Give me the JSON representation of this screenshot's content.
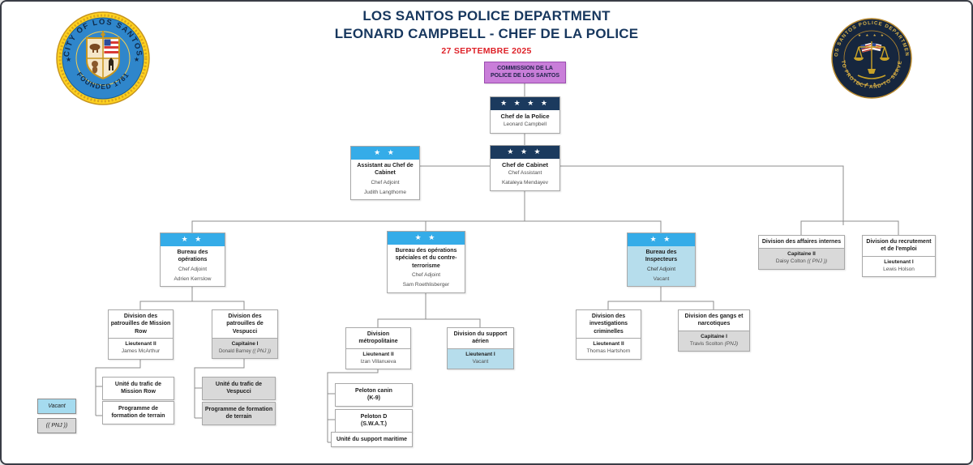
{
  "header": {
    "title_line1": "LOS SANTOS POLICE DEPARTMENT",
    "title_line2": "LEONARD CAMPBELL - CHEF DE LA POLICE",
    "date": "27 SEPTEMBRE 2025"
  },
  "seals": {
    "left": {
      "top_text": "CITY OF LOS SANTOS",
      "bottom_text": "FOUNDED 1781"
    },
    "right": {
      "top_text": "LOS SANTOS POLICE DEPARTMENT",
      "bottom_text": "TO PROTECT AND TO SERVE"
    }
  },
  "colors": {
    "navy": "#1B3A5E",
    "bright_blue": "#35ACE8",
    "vacant_blue": "#B6DDEC",
    "pnj_gray": "#D9D9D9",
    "commission_purple": "#C97ED9",
    "date_red": "#DE2128",
    "title_navy": "#17375E",
    "connector_gray": "#8c8c8c"
  },
  "legend": {
    "vacant": "Vacant",
    "pnj": "(( PNJ ))"
  },
  "nodes": {
    "commission": {
      "title": "COMMISSION DE LA POLICE DE LOS SANTOS"
    },
    "chef_police": {
      "stars": "★ ★ ★ ★",
      "title": "Chef de la Police",
      "name": "Leonard Campbell"
    },
    "assistant_chef_cabinet": {
      "stars": "★ ★",
      "title": "Assistant au Chef de Cabinet",
      "role": "Chef Adjoint",
      "name": "Judith Langthorne"
    },
    "chef_cabinet": {
      "stars": "★ ★ ★",
      "title": "Chef de Cabinet",
      "role": "Chef Assistant",
      "name": "Kataleya Mendayev"
    },
    "bureau_operations": {
      "stars": "★ ★",
      "title": "Bureau des opérations",
      "role": "Chef Adjoint",
      "name": "Adrien Kerrslow"
    },
    "bureau_ops_speciales": {
      "stars": "★ ★",
      "title": "Bureau des opérations spéciales et du contre-terrorisme",
      "role": "Chef Adjoint",
      "name": "Sam Roethlisberger"
    },
    "bureau_inspecteurs": {
      "stars": "★ ★",
      "title": "Bureau des Inspecteurs",
      "role": "Chef Adjoint",
      "name": "Vacant"
    },
    "div_affaires_internes": {
      "title": "Division des affaires internes",
      "role": "Capitaine II",
      "name": "Daisy Colton",
      "name_suffix": "(( PNJ ))"
    },
    "div_recrutement": {
      "title": "Division du recrutement et de l'emploi",
      "role": "Lieutenant I",
      "name": "Lewis Holson"
    },
    "div_mission_row": {
      "title": "Division des patrouilles de Mission Row",
      "role": "Lieutenant II",
      "name": "James McArthur"
    },
    "div_vespucci": {
      "title": "Division des patrouilles de Vespucci",
      "role": "Capitaine I",
      "name": "Donald Barney",
      "name_suffix": "(( PNJ ))"
    },
    "unite_trafic_mission_row": {
      "title": "Unité du trafic de Mission Row"
    },
    "programme_formation_mr": {
      "title": "Programme de formation de terrain"
    },
    "unite_trafic_vespucci": {
      "title": "Unité du trafic de Vespucci"
    },
    "programme_formation_vp": {
      "title": "Programme de formation de terrain"
    },
    "div_metropolitaine": {
      "title": "Division métropolitaine",
      "role": "Lieutenant II",
      "name": "Izan Villanueva"
    },
    "div_support_aerien": {
      "title": "Division du support aérien",
      "role": "Lieutenant I",
      "name": "Vacant"
    },
    "peloton_canin": {
      "title": "Peloton canin",
      "title2": "(K-9)"
    },
    "peloton_d": {
      "title": "Peloton D",
      "title2": "(S.W.A.T.)"
    },
    "unite_maritime": {
      "title": "Unité du support maritime"
    },
    "div_investigations": {
      "title": "Division des investigations criminelles",
      "role": "Lieutenant II",
      "name": "Thomas Hartshorn"
    },
    "div_gangs": {
      "title": "Division des gangs et narcotiques",
      "role": "Capitaine I",
      "name": "Travis Scolton",
      "name_suffix": "(PNJ)"
    }
  }
}
